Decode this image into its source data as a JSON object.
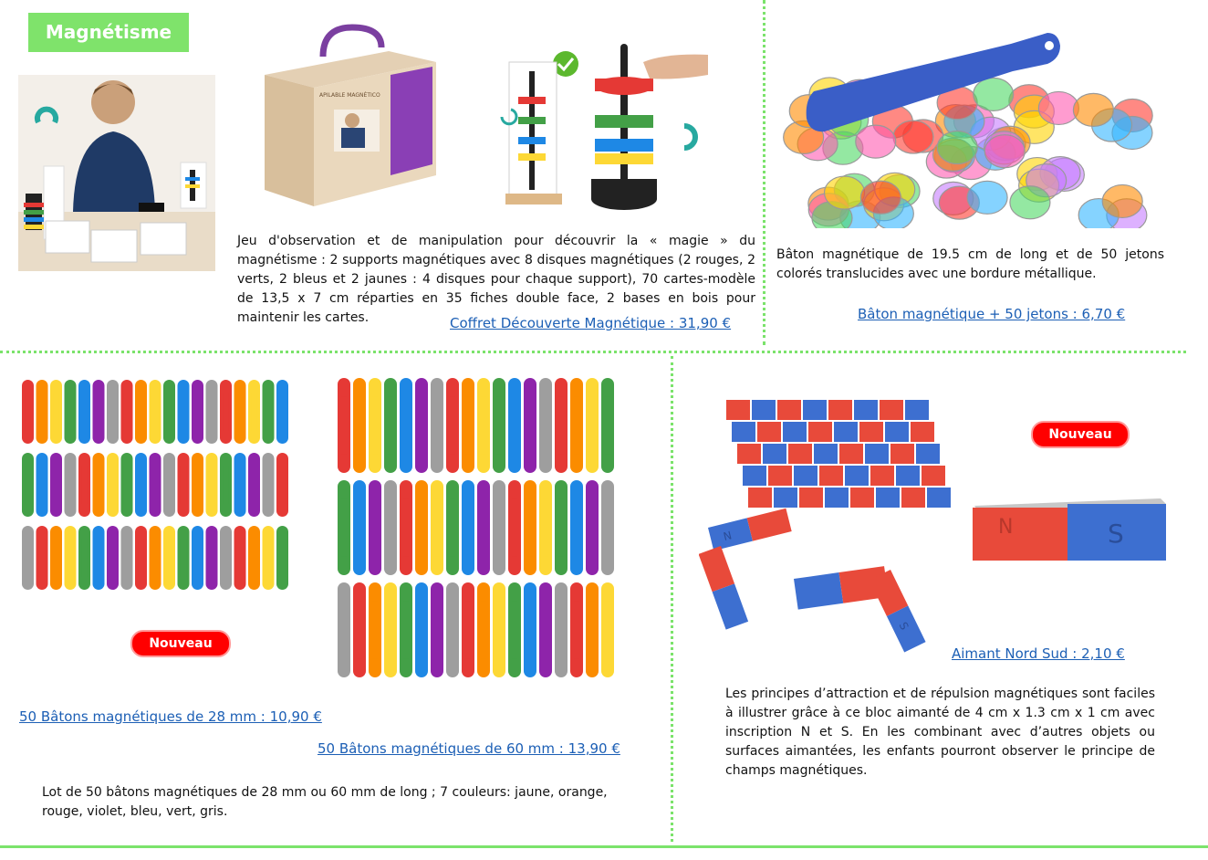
{
  "section_title": "Magnétisme",
  "products": {
    "coffret": {
      "description": "Jeu d'observation et de manipulation pour découvrir la « magie » du magnétisme : 2 supports magnétiques avec 8 disques magnétiques (2 rouges, 2 verts, 2 bleus et 2 jaunes : 4 disques pour chaque support), 70 cartes-modèle de 13,5 x 7 cm réparties en 35 fiches double face,  2 bases en bois pour maintenir les cartes.",
      "price_label": "Coffret Découverte Magnétique  : 31,90 €",
      "box_text": "APILABLE MAGNÉTICO"
    },
    "baton": {
      "description": "Bâton magnétique de 19.5 cm de long et de 50 jetons colorés translucides avec une bordure métallique.",
      "price_label": "Bâton magnétique + 50 jetons : 6,70 €"
    },
    "batons_lot": {
      "badge": "Nouveau",
      "price_28": "50 Bâtons magnétiques de 28 mm : 10,90 €",
      "price_60": "50 Bâtons magnétiques de 60 mm : 13,90 €",
      "description": "Lot de 50 bâtons magnétiques de 28 mm ou 60 mm de long ; 7 couleurs: jaune, orange, rouge, violet, bleu, vert, gris."
    },
    "aimant": {
      "badge": "Nouveau",
      "price_label": "Aimant Nord Sud : 2,10 €",
      "description": "Les principes d’attraction et de répulsion magnétiques sont faciles à illustrer grâce à ce bloc aimanté de 4 cm x 1.3 cm x 1 cm avec inscription N et S. En les combinant avec d’autres objets ou surfaces aimantées, les enfants pourront observer le principe de champs magnétiques.",
      "pole_n": "N",
      "pole_s": "S"
    }
  },
  "colors": {
    "accent_green": "#7fe36b",
    "link_blue": "#1c5fb5",
    "badge_red": "#ff0000",
    "magnet_red": "#e84a3a",
    "magnet_blue": "#3d6fd0"
  },
  "stick_palette": [
    "#e53935",
    "#fb8c00",
    "#fdd835",
    "#43a047",
    "#1e88e5",
    "#8e24aa",
    "#9e9e9e"
  ]
}
